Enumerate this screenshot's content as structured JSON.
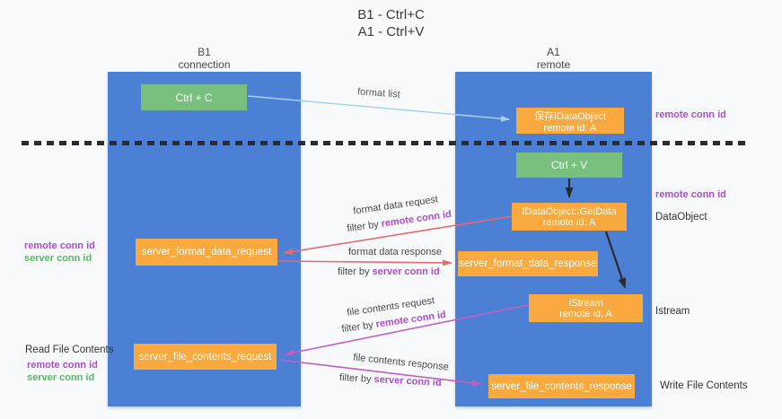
{
  "title": {
    "line1": "B1 - Ctrl+C",
    "line2": "A1 - Ctrl+V"
  },
  "lanes": {
    "left": {
      "name": "B1",
      "role": "connection"
    },
    "right": {
      "name": "A1",
      "role": "remote"
    }
  },
  "nodes": {
    "ctrl_c": {
      "label": "Ctrl + C"
    },
    "ctrl_v": {
      "label": "Ctrl + V"
    },
    "saved_idataobject": {
      "line1": "保存IDataObject",
      "line2": "remote id: A"
    },
    "getdata": {
      "line1": "IDataObject::GetData",
      "line2": "remote id: A"
    },
    "istream": {
      "line1": "IStream",
      "line2": "remote id: A"
    },
    "server_format_data_request": {
      "label": "server_format_data_request"
    },
    "server_format_data_response": {
      "label": "server_format_data_response"
    },
    "server_file_contents_request": {
      "label": "server_file_contents_request"
    },
    "server_file_contents_response": {
      "label": "server_file_contents_response"
    }
  },
  "flow_labels": {
    "format_list": "format list",
    "format_data_request": "format data request",
    "format_data_response": "format data response",
    "file_contents_request": "file contents request",
    "file_contents_response": "file contents response",
    "filter_by": "filter by",
    "remote_conn_id": "remote conn id",
    "server_conn_id": "server conn id"
  },
  "annotations": {
    "right_remote_conn_id_top": "remote conn id",
    "right_remote_conn_id_mid": "remote conn id",
    "dataobject": "DataObject",
    "istream": "Istream",
    "write_file_contents": "Write File Contents",
    "left_remote_conn_id_top": "remote conn id",
    "left_server_conn_id_top": "server conn id",
    "read_file_contents": "Read File Contents",
    "left_remote_conn_id_bottom": "remote conn id",
    "left_server_conn_id_bottom": "server conn id"
  },
  "colors": {
    "lane_blue": "#4b80d5",
    "box_green": "#79bf7d",
    "box_orange": "#f9a93e",
    "arrow_light_blue": "#a5d2f0",
    "arrow_red": "#e76a6d",
    "arrow_magenta": "#c45ec6",
    "arrow_black": "#2b2b2b",
    "text_purple": "#ab4ec8",
    "text_green": "#56b964",
    "background": "#f8f9fa"
  }
}
